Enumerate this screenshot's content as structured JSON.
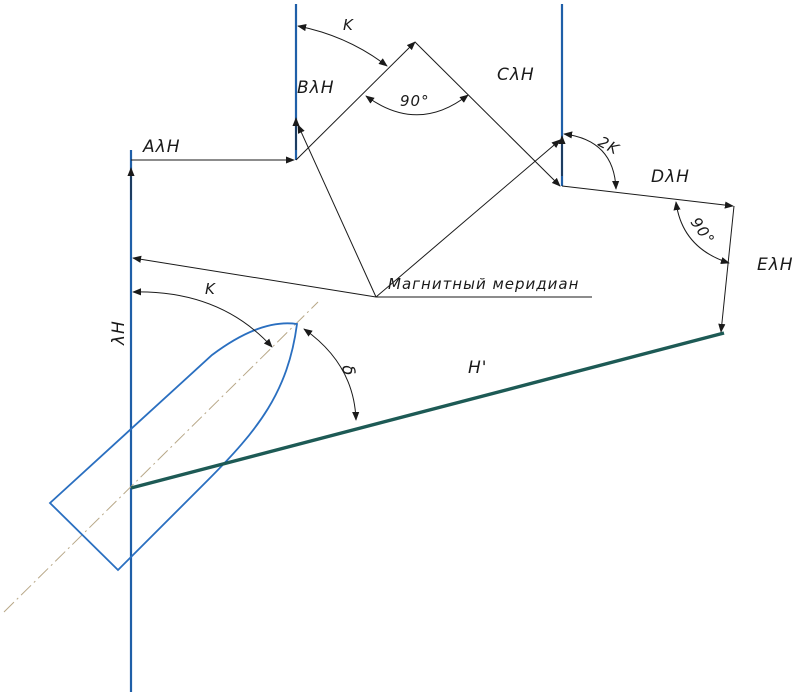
{
  "labels": {
    "a_lambda_h": "AλH",
    "b_lambda_h": "BλH",
    "c_lambda_h": "CλH",
    "d_lambda_h": "DλH",
    "e_lambda_h": "EλH",
    "lambda_h": "λH",
    "h_prime": "H'",
    "delta": "δ",
    "k_top": "K",
    "k_bottom": "K",
    "two_k": "2K",
    "angle_90_top": "90°",
    "angle_90_right": "90°",
    "magnetic_meridian": "Магнитный меридиан"
  },
  "colors": {
    "vector_blue": "#1f5fa8",
    "hull_blue": "#2a6fc0",
    "resultant_green": "#1d5a55",
    "centerline": "#b8a888",
    "ink": "#1a1a1a"
  }
}
